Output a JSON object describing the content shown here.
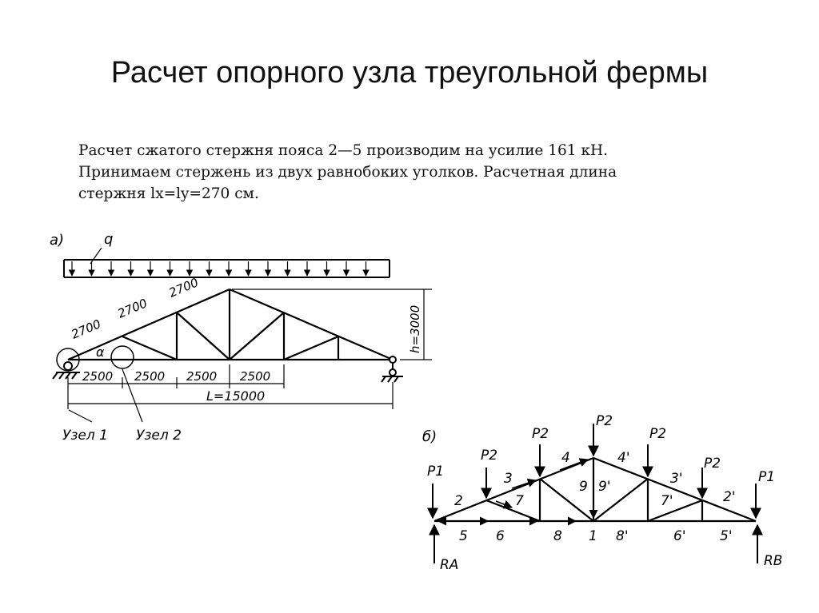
{
  "title": "Расчет опорного узла треугольной фермы",
  "paragraph": {
    "line1": "Расчет сжатого стержня пояса 2—5 производим на усилие 161 кН.",
    "line2": "Принимаем стержень из двух равнобоких уголков. Расчетная длина",
    "line3": "стержня lx=ly=270 см."
  },
  "figure_a": {
    "label": "а)",
    "load_label": "q",
    "chord_segments": [
      "2700",
      "2700",
      "2700"
    ],
    "angle_label": "α",
    "bottom_segments": [
      "2500",
      "2500",
      "2500",
      "2500"
    ],
    "height_label": "h=3000",
    "span_label": "L=15000",
    "node1_label": "Узел 1",
    "node2_label": "Узел 2"
  },
  "figure_b": {
    "label": "б)",
    "loads": [
      "P1",
      "P2",
      "P2",
      "P2",
      "P2",
      "P2",
      "P1"
    ],
    "member_labels": [
      "2",
      "3",
      "4",
      "4'",
      "3'",
      "2'",
      "7",
      "9",
      "9'",
      "7'",
      "5",
      "6",
      "8",
      "1",
      "8'",
      "6'",
      "5'"
    ],
    "reaction_left": "RA",
    "reaction_right": "RB"
  }
}
